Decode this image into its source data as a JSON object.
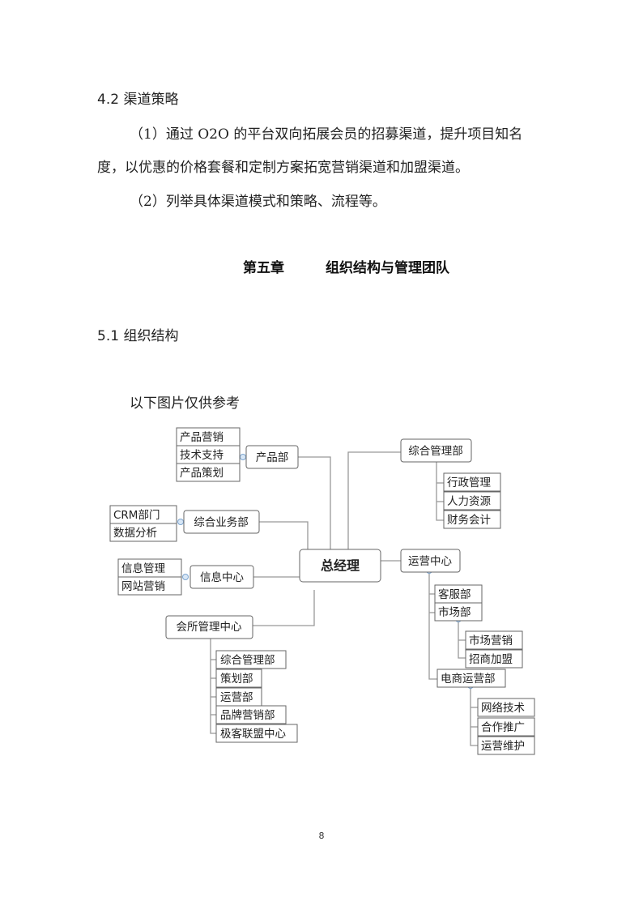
{
  "section_4_2": {
    "heading": "4.2 渠道策略",
    "para1_line1": "（1）通过 O2O 的平台双向拓展会员的招募渠道，提升项目知名",
    "para1_line2": "度，以优惠的价格套餐和定制方案拓宽营销渠道和加盟渠道。",
    "para2": "（2）列举具体渠道模式和策略、流程等。"
  },
  "chapter": {
    "number": "第五章",
    "title": "组织结构与管理团队"
  },
  "section_5_1": {
    "heading": "5.1 组织结构",
    "caption": "以下图片仅供参考"
  },
  "org_chart": {
    "root": "总经理",
    "product_dept": {
      "name": "产品部",
      "children": [
        "产品营销",
        "技术支持",
        "产品策划"
      ]
    },
    "business_dept": {
      "name": "综合业务部",
      "children": [
        "CRM部门",
        "数据分析"
      ]
    },
    "info_center": {
      "name": "信息中心",
      "children": [
        "信息管理",
        "网站营销"
      ]
    },
    "club_center": {
      "name": "会所管理中心",
      "children": [
        "综合管理部",
        "策划部",
        "运营部",
        "品牌营销部",
        "极客联盟中心"
      ]
    },
    "admin_dept": {
      "name": "综合管理部",
      "children": [
        "行政管理",
        "人力资源",
        "财务会计"
      ]
    },
    "ops_center": {
      "name": "运营中心",
      "service": "客服部",
      "market": {
        "name": "市场部",
        "children": [
          "市场营销",
          "招商加盟"
        ]
      },
      "ecommerce": {
        "name": "电商运营部",
        "children": [
          "网络技术",
          "合作推广",
          "运营维护"
        ]
      }
    }
  },
  "page_number": "8"
}
